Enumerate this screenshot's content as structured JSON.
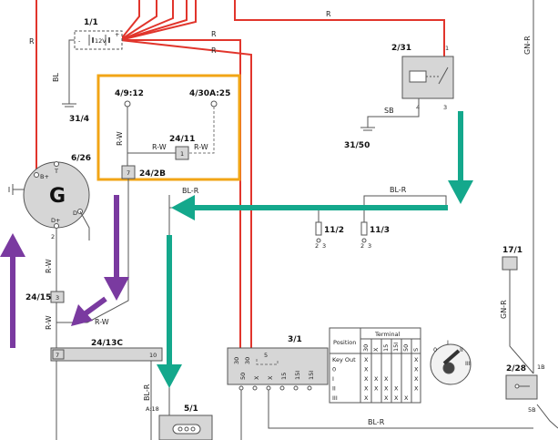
{
  "colors": {
    "wire_red": "#e1352c",
    "highlight_box": "#f2a516",
    "arrow_teal": "#14a88c",
    "arrow_purple": "#7a3aa0"
  },
  "components": {
    "battery": {
      "id": "1/1",
      "voltage": "12V",
      "minus": "-",
      "plus": "+"
    },
    "relay": {
      "id": "2/31",
      "pin_top": "1",
      "pin_4": "4",
      "pin_3": "3"
    },
    "ground_31_4": "31/4",
    "ground_31_50": "31/50",
    "alternator": {
      "id": "6/26",
      "symbol": "G",
      "b_plus": "B+",
      "d_plus": "D+",
      "t": "T",
      "d": "D",
      "pin_2": "2"
    },
    "connector_4_9": "4/9:12",
    "connector_4_30a": "4/30A:25",
    "connector_24_11": "24/11",
    "connector_24_11_pin": "1",
    "connector_24_2b": "24/2B",
    "connector_24_2b_pin": "7",
    "connector_24_15": "24/15",
    "connector_24_15_pin": "3",
    "connector_24_13c": "24/13C",
    "connector_24_13c_pin_left": "7",
    "connector_24_13c_pin_right": "10",
    "fuse_11_2": "11/2",
    "fuse_11_3": "11/3",
    "fuse_pins": [
      "2",
      "3"
    ],
    "ignition_switch": {
      "id": "3/1",
      "top_pins": [
        "30",
        "30"
      ],
      "bottom_pins": [
        "50",
        "X",
        "X",
        "15",
        "15I",
        "15I"
      ],
      "inner_pin": "5"
    },
    "connector_17_1": "17/1",
    "component_2_28": {
      "id": "2/28",
      "pin_1b": "1B",
      "pin_5b": "5B"
    },
    "component_5_1": {
      "id": "5/1",
      "pin": "A:18"
    }
  },
  "wire_labels": {
    "r": "R",
    "bl": "BL",
    "sb": "SB",
    "rw": "R-W",
    "blr": "BL-R",
    "gnr": "GN-R"
  },
  "terminal_table": {
    "position_header": "Position",
    "terminal_header": "Terminal",
    "columns": [
      "30",
      "X",
      "15",
      "15I",
      "50",
      "S"
    ],
    "rows": [
      {
        "position": "Key Out",
        "marks": [
          "X",
          "",
          "",
          "",
          "",
          "X"
        ]
      },
      {
        "position": "0",
        "marks": [
          "X",
          "",
          "",
          "",
          "",
          "X"
        ]
      },
      {
        "position": "I",
        "marks": [
          "X",
          "X",
          "X",
          "",
          "",
          "X"
        ]
      },
      {
        "position": "II",
        "marks": [
          "X",
          "X",
          "X",
          "X",
          "",
          "X"
        ]
      },
      {
        "position": "III",
        "marks": [
          "X",
          "",
          "X",
          "X",
          "X",
          ""
        ]
      }
    ]
  },
  "switch_positions": [
    "0",
    "I",
    "II",
    "III"
  ]
}
